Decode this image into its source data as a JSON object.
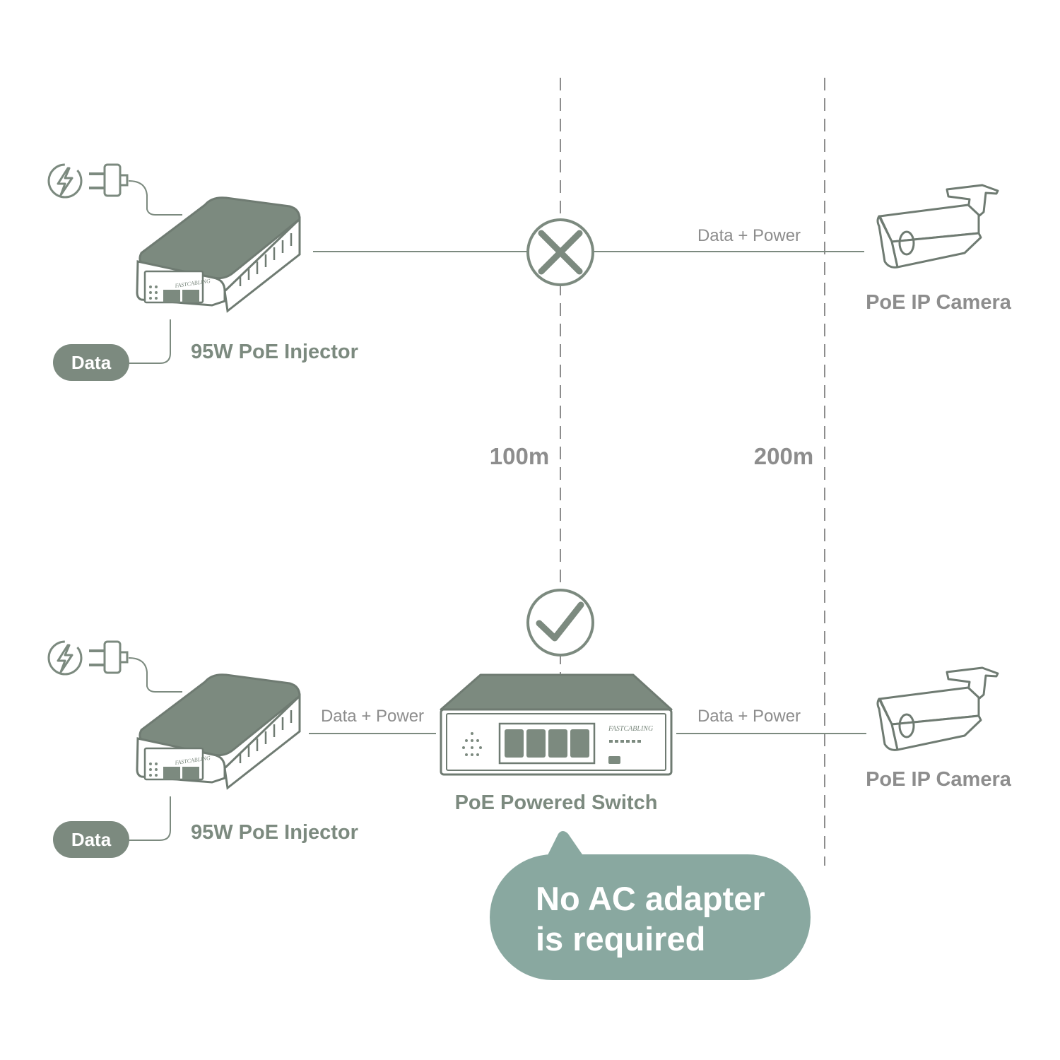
{
  "labels": {
    "distance_100": "100m",
    "distance_200": "200m",
    "data_power": "Data + Power",
    "injector": "95W PoE Injector",
    "camera": "PoE IP Camera",
    "switch": "PoE Powered Switch",
    "data_pill": "Data",
    "logo": "FASTCABLING"
  },
  "bubble": {
    "line1": "No AC adapter",
    "line2": "is required"
  },
  "colors": {
    "device_fill": "#7c8a7f",
    "device_stroke": "#6f7b72",
    "line": "#7c8a7f",
    "text_gray": "#8d8d8d",
    "bubble": "#89a8a0",
    "pill": "#7c8a7f"
  },
  "icons": {
    "power": "lightning-icon",
    "plug": "plug-icon",
    "fail": "cross-icon",
    "ok": "check-icon"
  }
}
